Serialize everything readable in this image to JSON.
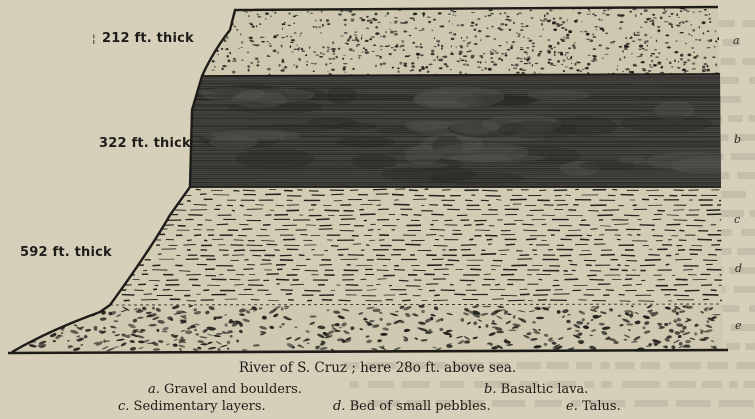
{
  "thickness_labels": {
    "top": "212 ft. thick",
    "middle": "322 ft. thick",
    "bottom": "592 ft. thick"
  },
  "side_letters": {
    "a": "a",
    "b": "b",
    "c": "c",
    "d": "d",
    "e": "e"
  },
  "caption": "River of S. Cruz ; here 28o ft. above sea.",
  "legend": {
    "a_key": "a.",
    "a_text": " Gravel and boulders.",
    "b_key": "b.",
    "b_text": " Basaltic lava.",
    "c_key": "c.",
    "c_text": " Sedimentary layers.",
    "d_key": "d.",
    "d_text": " Bed of small pebbles.",
    "e_key": "e.",
    "e_text": " Talus."
  },
  "colors": {
    "paper": "#d6d0bb",
    "ink": "#1e1c18",
    "lava": "#4a4844",
    "lava_dark": "#2e2c29",
    "gravel": "#cfc8b0",
    "sediment": "#d3ccb5"
  }
}
